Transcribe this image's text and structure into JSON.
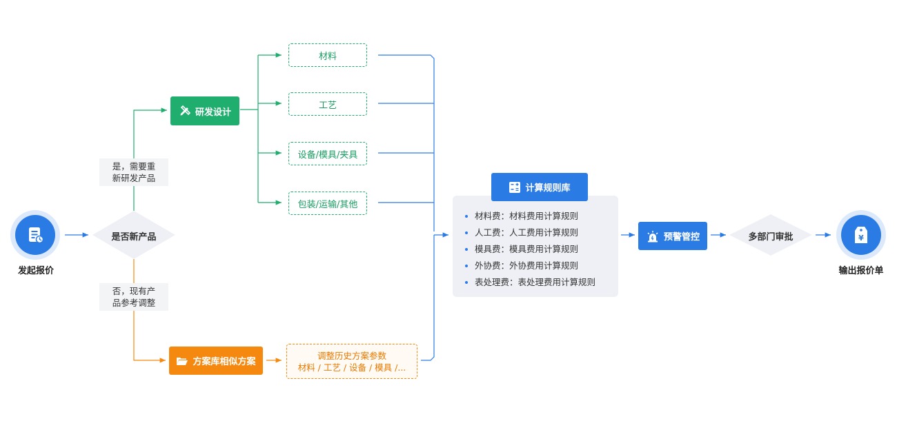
{
  "start": {
    "label": "发起报价",
    "icon": "quote-document-icon"
  },
  "decision": {
    "label": "是否新产品"
  },
  "branch_yes": {
    "label_line1": "是，需要重",
    "label_line2": "新研发产品"
  },
  "branch_no": {
    "label_line1": "否，现有产",
    "label_line2": "品参考调整"
  },
  "rd_design": {
    "label": "研发设计",
    "icon": "pencil-ruler-icon"
  },
  "rd_items": [
    "材料",
    "工艺",
    "设备/模具/夹具",
    "包装/运输/其他"
  ],
  "library": {
    "label": "方案库相似方案",
    "icon": "folder-open-icon"
  },
  "history": {
    "line1": "调整历史方案参数",
    "line2": "材料 / 工艺 / 设备 / 模具 /..."
  },
  "calc_rules": {
    "title": "计算规则库",
    "icon": "calculator-icon",
    "rules": [
      "材料费：材料费用计算规则",
      "人工费：人工费用计算规则",
      "模具费：模具费用计算规则",
      "外协费：外协费用计算规则",
      "表处理费：表处理费用计算规则"
    ]
  },
  "warning": {
    "label": "预警管控",
    "icon": "alarm-light-icon"
  },
  "approval": {
    "label": "多部门审批"
  },
  "output": {
    "label": "输出报价单",
    "icon": "price-tag-icon"
  },
  "colors": {
    "blue": "#2b7be5",
    "green": "#1fae6e",
    "orange": "#f5880f",
    "gray": "#eef0f5"
  }
}
